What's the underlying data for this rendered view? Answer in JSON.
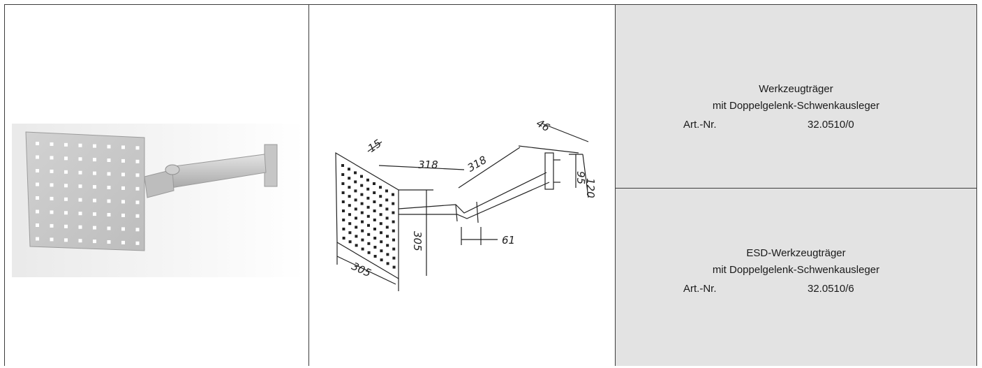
{
  "products": [
    {
      "title_line1": "Werkzeugträger",
      "title_line2": "mit Doppelgelenk-Schwenkausleger",
      "art_label": "Art.-Nr.",
      "art_number": "32.0510/0"
    },
    {
      "title_line1": "ESD-Werkzeugträger",
      "title_line2": "mit Doppelgelenk-Schwenkausleger",
      "art_label": "Art.-Nr.",
      "art_number": "32.0510/6"
    }
  ],
  "drawing": {
    "dim_15": "15",
    "dim_318_a": "318",
    "dim_318_b": "318",
    "dim_46": "46",
    "dim_95": "95",
    "dim_120": "120",
    "dim_305_v": "305",
    "dim_305_h": "305",
    "dim_61": "61"
  }
}
